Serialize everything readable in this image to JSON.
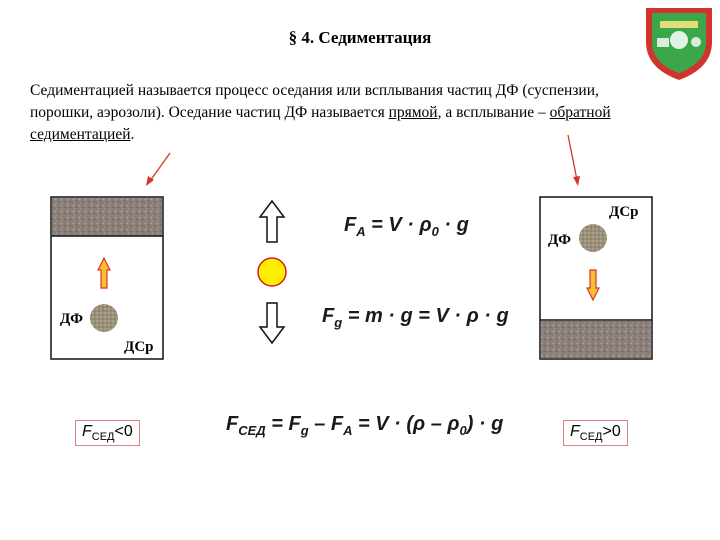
{
  "title": "§ 4. Седиментация",
  "definition": {
    "text_1": "Седиментацией называется процесс оседания или всплывания частиц ДФ (суспензии, порошки, аэрозоли). Оседание частиц ДФ называется ",
    "term_direct": "прямой",
    "text_2": ", а всплывание – ",
    "term_reverse": "обратной седиментацией",
    "text_3": "."
  },
  "left_vessel": {
    "particle_label": "ДФ",
    "medium_label": "ДСр"
  },
  "right_vessel": {
    "particle_label": "ДФ",
    "medium_label": "ДСр"
  },
  "formulas": {
    "archimedes": {
      "lhs": "F",
      "lhs_sub": "A",
      "rhs": " = V · ρ",
      "rhs_sub": "0",
      "tail": " · g"
    },
    "gravity": {
      "lhs": "F",
      "lhs_sub": "g",
      "rhs": " = m · g = V · ρ · g"
    },
    "sedimentation": {
      "lhs": "F",
      "lhs_sub": "СЕД",
      "mid1": " = F",
      "mid1_sub": "g",
      "mid2": " – F",
      "mid2_sub": "A",
      "mid3": " = V · (ρ – ρ",
      "mid3_sub": "0",
      "tail": ") · g"
    }
  },
  "condition_left": {
    "f": "F",
    "sub": "СЕД",
    "rel": "<0"
  },
  "condition_right": {
    "f": "F",
    "sub": "СЕД",
    "rel": ">0"
  },
  "colors": {
    "sediment": "#8a7e78",
    "particle": "#9a907a",
    "arrow_fill": "#f3c030",
    "arrow_stroke": "#d9342b",
    "pointer": "#d9342b",
    "ball": "#ffee00",
    "logo_red": "#d0342c",
    "logo_green": "#3aa84a"
  }
}
